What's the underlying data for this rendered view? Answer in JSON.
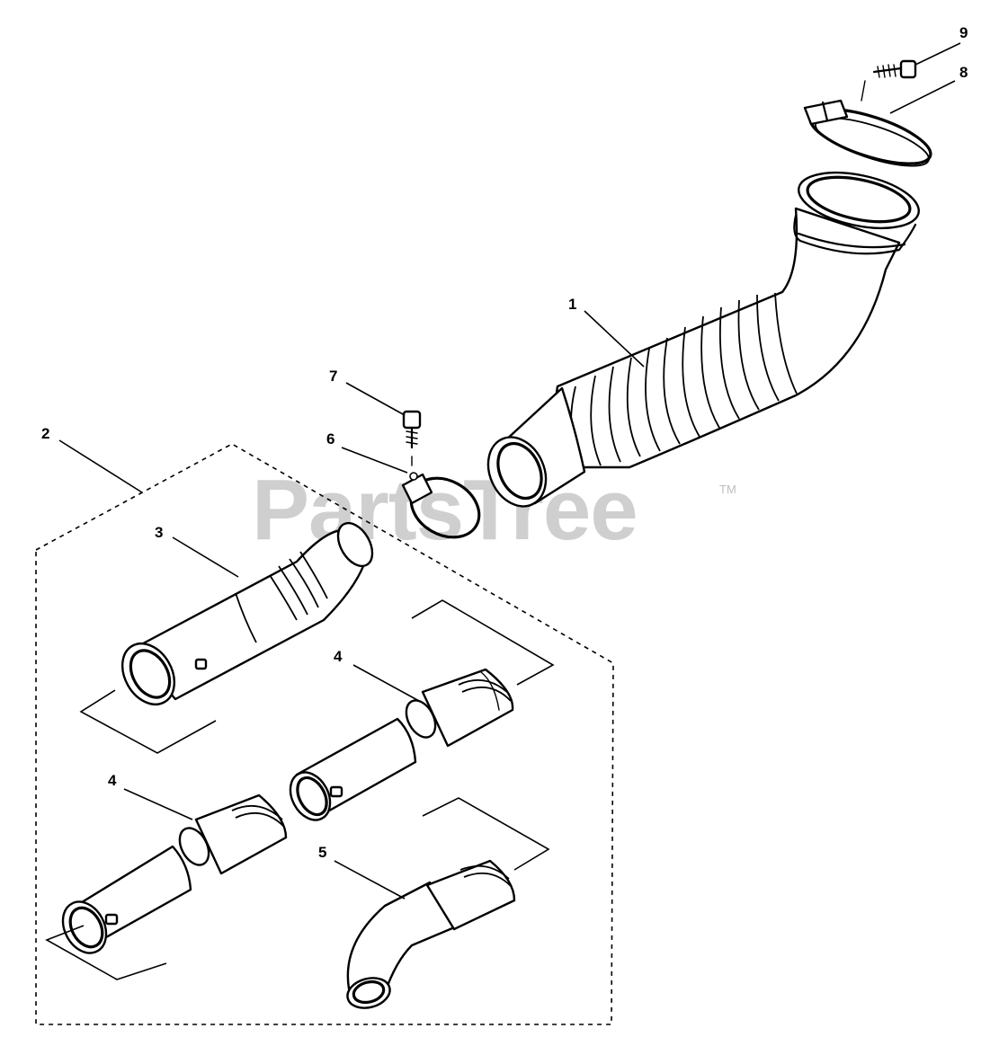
{
  "watermark": {
    "text": "PartsTree",
    "trademark": "TM"
  },
  "callouts": [
    {
      "id": "1",
      "label": "1"
    },
    {
      "id": "2",
      "label": "2"
    },
    {
      "id": "3",
      "label": "3"
    },
    {
      "id": "4a",
      "label": "4"
    },
    {
      "id": "4b",
      "label": "4"
    },
    {
      "id": "5",
      "label": "5"
    },
    {
      "id": "6",
      "label": "6"
    },
    {
      "id": "7",
      "label": "7"
    },
    {
      "id": "8",
      "label": "8"
    },
    {
      "id": "9",
      "label": "9"
    }
  ]
}
